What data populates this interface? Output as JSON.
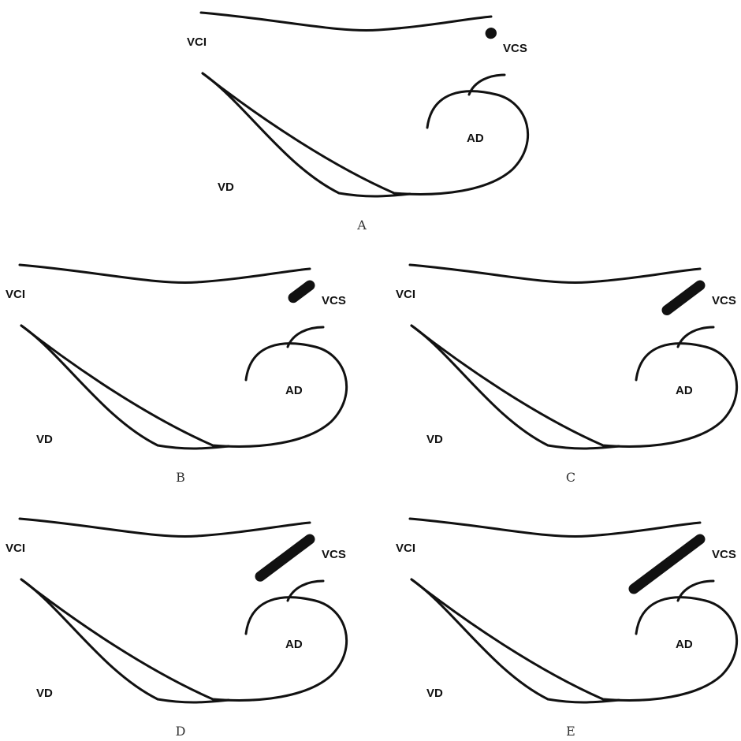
{
  "panels": [
    {
      "id": "A",
      "caption": "A",
      "labels": {
        "vci": "VCI",
        "vcs": "VCS",
        "ad": "AD",
        "vd": "VD"
      },
      "catheter_advance": 0
    },
    {
      "id": "B",
      "caption": "B",
      "labels": {
        "vci": "VCI",
        "vcs": "VCS",
        "ad": "AD",
        "vd": "VD"
      },
      "catheter_advance": 0.25
    },
    {
      "id": "C",
      "caption": "C",
      "labels": {
        "vci": "VCI",
        "vcs": "VCS",
        "ad": "AD",
        "vd": "VD"
      },
      "catheter_advance": 0.5
    },
    {
      "id": "D",
      "caption": "D",
      "labels": {
        "vci": "VCI",
        "vcs": "VCS",
        "ad": "AD",
        "vd": "VD"
      },
      "catheter_advance": 0.75
    },
    {
      "id": "E",
      "caption": "E",
      "labels": {
        "vci": "VCI",
        "vcs": "VCS",
        "ad": "AD",
        "vd": "VD"
      },
      "catheter_advance": 1
    }
  ],
  "colors": {
    "line": "#111111",
    "caption": "#333333",
    "background": "#ffffff"
  }
}
